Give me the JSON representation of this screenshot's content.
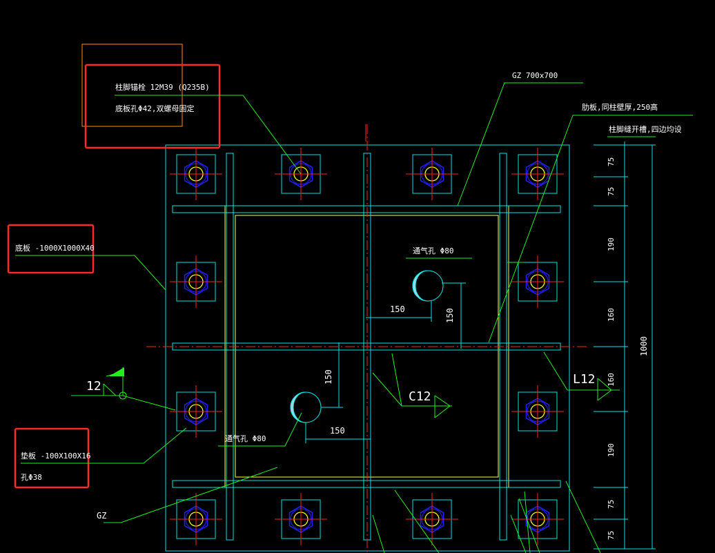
{
  "colors": {
    "background": "#000000",
    "plate": "#00e5e5",
    "bolt_nut": "#2222ff",
    "bolt_hole": "#ffff00",
    "center_mark": "#ff2222",
    "leader": "#22ee22",
    "column": "#ffff55",
    "text": "#ffffff",
    "highlight_box": "#ff2a2a",
    "orange_box": "#ff8c1a"
  },
  "labels": {
    "anchor_bolt": "柱脚锚栓 12M39 (Q235B)",
    "plate_hole": "底板孔Φ42,双螺母固定",
    "column_size": "GZ 700x700",
    "rib_plate": "肋板,同柱壁厚,250高",
    "rib_groove": "柱脚缝开槽,四边均设",
    "base_plate": "底板 -1000X1000X40",
    "vent_hole_top": "通气孔 Φ80",
    "vent_hole_bottom": "通气孔 Φ80",
    "washer": "垫板 -100X100X16",
    "washer_hole": "孔Φ38",
    "column_tag": "GZ",
    "section_tag": "12",
    "section_c": "C12",
    "section_l": "L12"
  },
  "dimensions": {
    "vent_top_h": "150",
    "vent_top_v": "150",
    "vent_bottom_v": "150",
    "vent_bottom_h": "150",
    "right_segments": [
      "75",
      "75",
      "190",
      "160",
      "160",
      "190",
      "75",
      "75"
    ],
    "right_total": "1000"
  }
}
